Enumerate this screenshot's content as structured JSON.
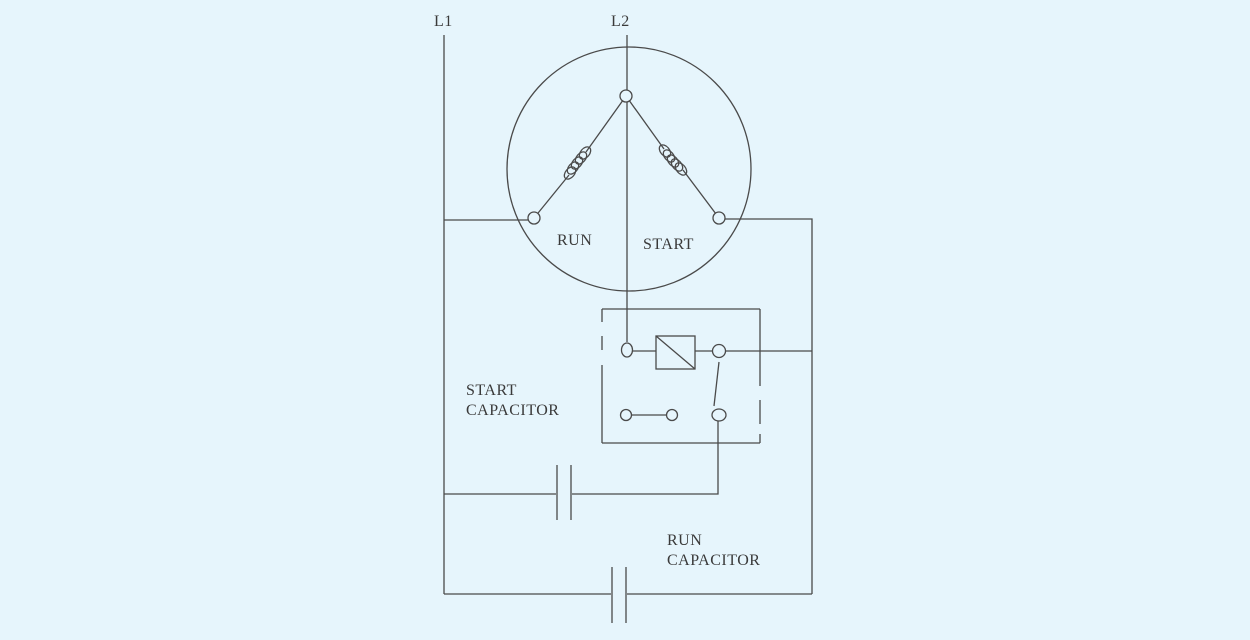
{
  "diagram": {
    "labels": {
      "l1": "L1",
      "l2": "L2",
      "run": "RUN",
      "start": "START",
      "start_capacitor_line1": "START",
      "start_capacitor_line2": "CAPACITOR",
      "run_capacitor_line1": "RUN",
      "run_capacitor_line2": "CAPACITOR"
    },
    "colors": {
      "background": "#e6f5fc",
      "line": "#4a4a4a",
      "text": "#3a3a3a"
    }
  }
}
